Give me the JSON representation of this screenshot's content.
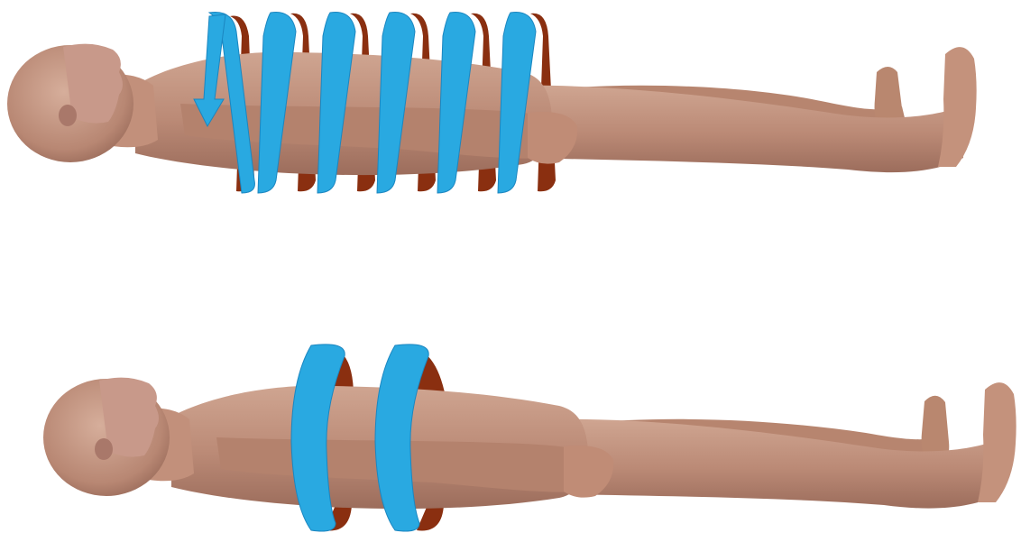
{
  "figure": {
    "panels": [
      {
        "id": "helical",
        "label": "",
        "rotation_sense": "helical-downward",
        "band_count": 6,
        "has_arrowhead": true
      },
      {
        "id": "axial",
        "label": "",
        "rotation_sense": "axial-rings",
        "band_count": 2,
        "has_arrowhead": false
      }
    ],
    "colors": {
      "background": "#ffffff",
      "band_front": "#29a9e1",
      "band_edge": "#1b86c0",
      "band_back": "#8a2f10",
      "skin_light": "#c99c86",
      "skin_mid": "#b58470",
      "skin_dark": "#8f6252"
    }
  }
}
